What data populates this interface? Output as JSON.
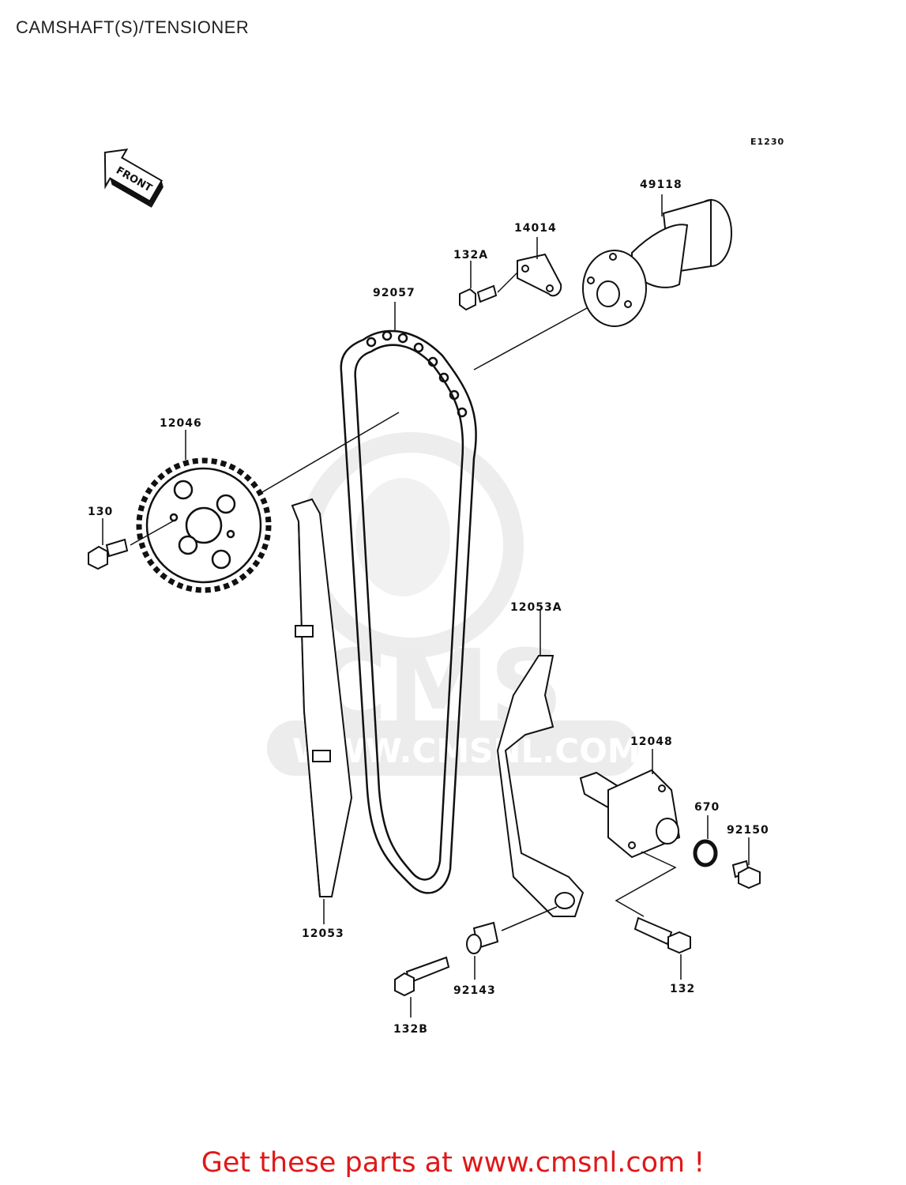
{
  "header": {
    "title": "CAMSHAFT(S)/TENSIONER"
  },
  "diagram": {
    "code": "E1230",
    "front_label": "FRONT",
    "parts": [
      {
        "id": "49118",
        "label": "49118"
      },
      {
        "id": "14014",
        "label": "14014"
      },
      {
        "id": "132A",
        "label": "132A"
      },
      {
        "id": "92057",
        "label": "92057"
      },
      {
        "id": "12046",
        "label": "12046"
      },
      {
        "id": "130",
        "label": "130"
      },
      {
        "id": "12053A",
        "label": "12053A"
      },
      {
        "id": "12048",
        "label": "12048"
      },
      {
        "id": "670",
        "label": "670"
      },
      {
        "id": "92150",
        "label": "92150"
      },
      {
        "id": "12053",
        "label": "12053"
      },
      {
        "id": "92143",
        "label": "92143"
      },
      {
        "id": "132",
        "label": "132"
      },
      {
        "id": "132B",
        "label": "132B"
      }
    ],
    "watermark": {
      "brand": "CMS",
      "url": "WWW.CMSNL.COM"
    }
  },
  "footer": {
    "cta": "Get these parts at www.cmsnl.com !"
  },
  "colors": {
    "line": "#111111",
    "cta": "#e01818",
    "watermark": "#ececec"
  }
}
